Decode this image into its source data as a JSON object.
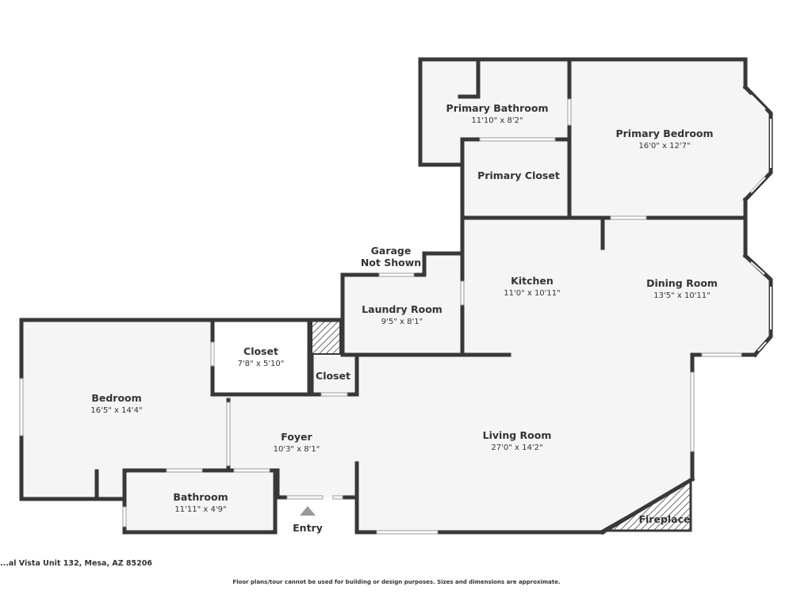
{
  "plan": {
    "rooms": {
      "primary_bathroom": {
        "name": "Primary Bathroom",
        "dims": "11'10\" x 8'2\""
      },
      "primary_bedroom": {
        "name": "Primary Bedroom",
        "dims": "16'0\" x 12'7\""
      },
      "primary_closet": {
        "name": "Primary Closet"
      },
      "garage": {
        "name_line1": "Garage",
        "name_line2": "Not Shown"
      },
      "kitchen": {
        "name": "Kitchen",
        "dims": "11'0\" x 10'11\""
      },
      "dining_room": {
        "name": "Dining Room",
        "dims": "13'5\" x 10'11\""
      },
      "laundry_room": {
        "name": "Laundry Room",
        "dims": "9'5\" x 8'1\""
      },
      "closet_a": {
        "name": "Closet",
        "dims": "7'8\" x 5'10\""
      },
      "closet_b": {
        "name": "Closet"
      },
      "bedroom": {
        "name": "Bedroom",
        "dims": "16'5\" x 14'4\""
      },
      "foyer": {
        "name": "Foyer",
        "dims": "10'3\" x 8'1\""
      },
      "living_room": {
        "name": "Living Room",
        "dims": "27'0\" x 14'2\""
      },
      "bathroom": {
        "name": "Bathroom",
        "dims": "11'11\" x 4'9\""
      },
      "entry": {
        "name": "Entry"
      },
      "fireplace": {
        "name": "Fireplace"
      }
    }
  },
  "footer": {
    "address": "...al Vista Unit 132, Mesa, AZ 85206",
    "disclaimer": "Floor plans/tour cannot be used for building or design purposes. Sizes and dimensions are approximate."
  }
}
